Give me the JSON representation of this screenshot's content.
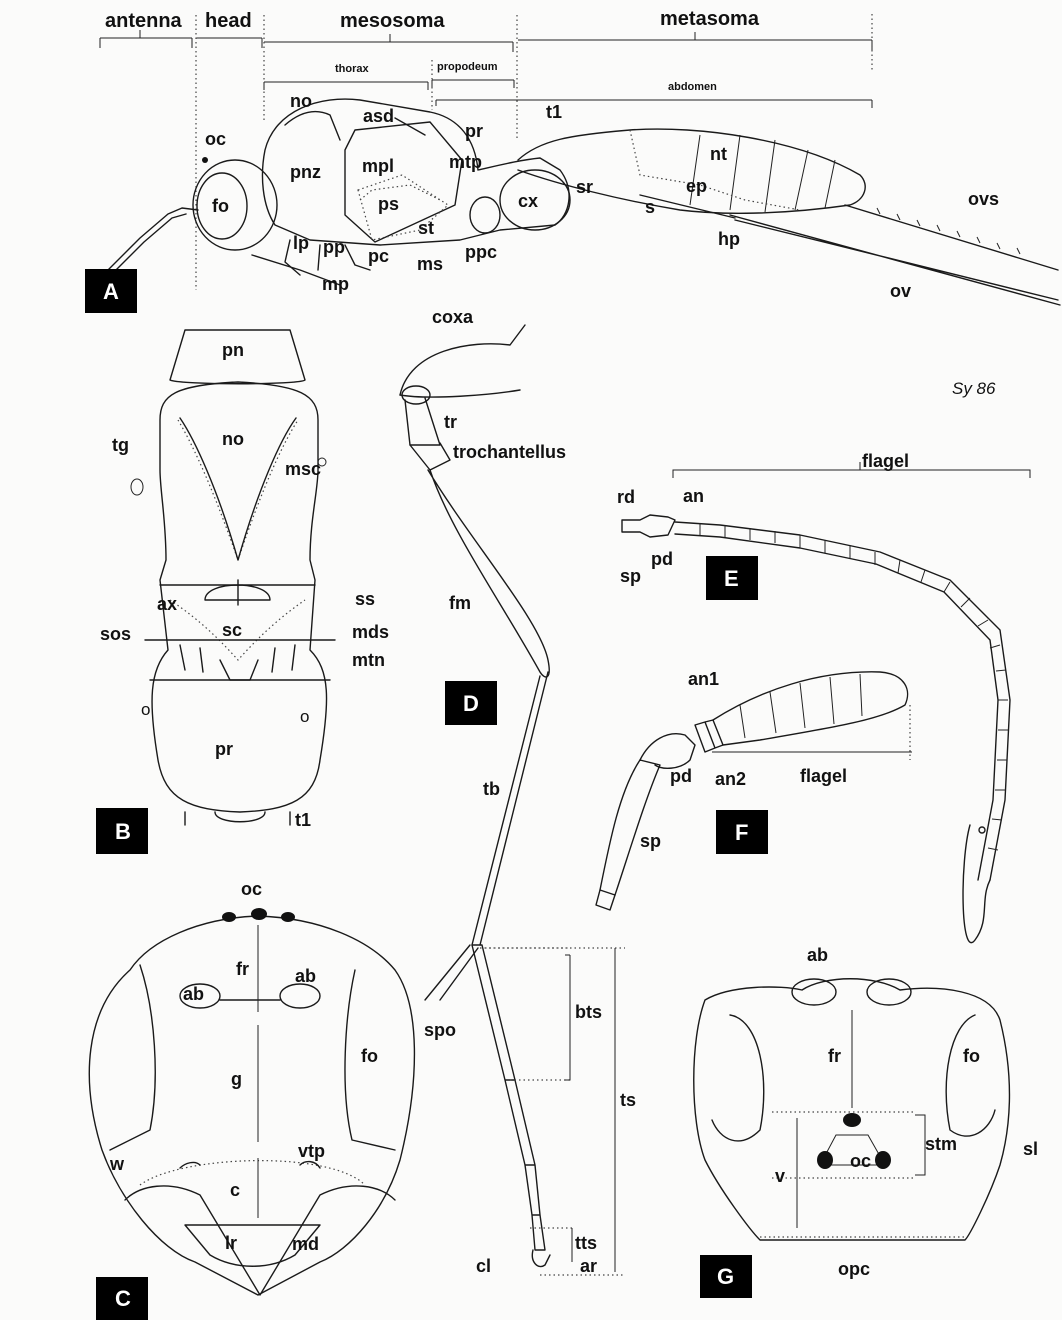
{
  "panel_labels": {
    "a": "A",
    "b": "B",
    "c": "C",
    "d": "D",
    "e": "E",
    "f": "F",
    "g": "G"
  },
  "regions": {
    "antenna": "antenna",
    "head": "head",
    "mesosoma": "mesosoma",
    "metasoma": "metasoma",
    "thorax": "thorax",
    "propodeum": "propodeum",
    "abdomen": "abdomen"
  },
  "panel_a": {
    "oc": "oc",
    "fo": "fo",
    "no": "no",
    "asd": "asd",
    "pr": "pr",
    "t1": "t1",
    "pnz": "pnz",
    "mpl": "mpl",
    "mtp": "mtp",
    "nt": "nt",
    "ep": "ep",
    "sr": "sr",
    "cx": "cx",
    "ps": "ps",
    "st": "st",
    "s": "s",
    "ovs": "ovs",
    "lp": "lp",
    "pp": "pp",
    "pc": "pc",
    "ms": "ms",
    "ppc": "ppc",
    "hp": "hp",
    "mp": "mp",
    "ov": "ov"
  },
  "panel_b": {
    "pn": "pn",
    "tg": "tg",
    "no": "no",
    "msc": "msc",
    "ax": "ax",
    "ss": "ss",
    "sos": "sos",
    "sc": "sc",
    "mds": "mds",
    "mtn": "mtn",
    "pr": "pr",
    "t1": "t1",
    "o1": "o",
    "o2": "o"
  },
  "panel_c": {
    "oc": "oc",
    "fr": "fr",
    "ab1": "ab",
    "ab2": "ab",
    "g": "g",
    "fo": "fo",
    "w": "w",
    "vtp": "vtp",
    "c": "c",
    "lr": "lr",
    "md": "md"
  },
  "panel_d": {
    "coxa": "coxa",
    "tr": "tr",
    "trochantellus": "trochantellus",
    "fm": "fm",
    "tb": "tb",
    "spo": "spo",
    "bts": "bts",
    "ts": "ts",
    "tts": "tts",
    "cl": "cl",
    "ar": "ar"
  },
  "panel_e": {
    "flagel": "flagel",
    "rd": "rd",
    "an": "an",
    "sp": "sp",
    "pd": "pd"
  },
  "panel_f": {
    "an1": "an1",
    "pd": "pd",
    "an2": "an2",
    "flagel": "flagel",
    "sp": "sp"
  },
  "panel_g": {
    "ab": "ab",
    "fr": "fr",
    "fo": "fo",
    "stm": "stm",
    "v": "v",
    "oc": "oc",
    "sl": "sl",
    "opc": "opc"
  },
  "signature": "Sy 86"
}
